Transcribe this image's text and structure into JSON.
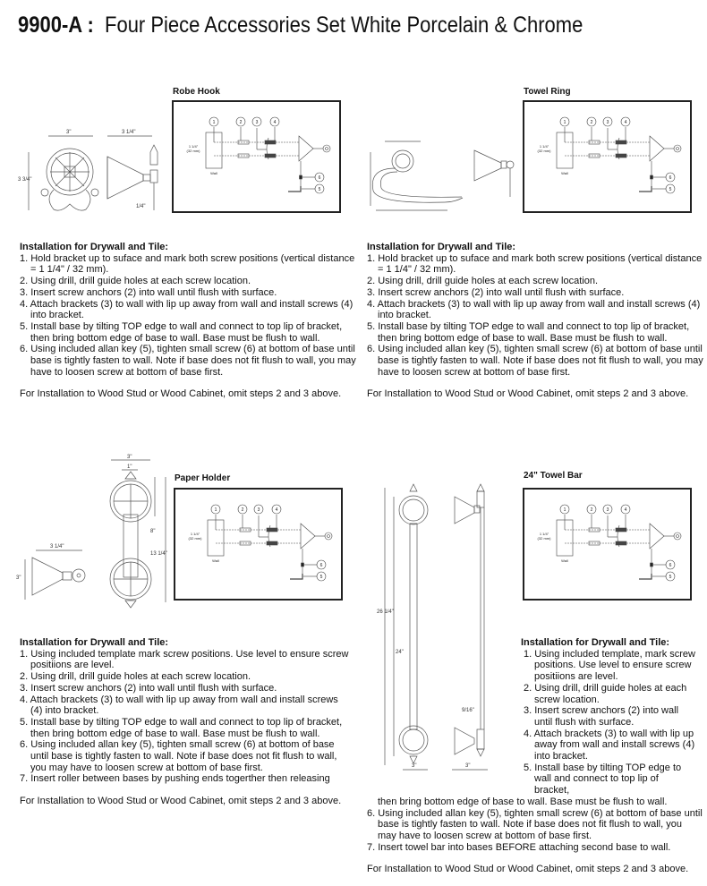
{
  "header": {
    "model": "9900-A :",
    "title": "Four Piece Accessories Set White Porcelain & Chrome"
  },
  "diagram_labels": {
    "n1": "1",
    "n2": "2",
    "n3": "3",
    "n4": "4",
    "n5": "5",
    "n6": "6",
    "spacing": "1 1/4\"",
    "spacing_mm": "(32 mm)",
    "wall": "Wall"
  },
  "robe_hook": {
    "title": "Robe Hook",
    "dims": [
      "3\"",
      "3 3/4\"",
      "3 1/4\"",
      "1/4\""
    ],
    "heading": "Installation for Drywall and Tile:",
    "steps": [
      "1. Hold bracket up to suface and mark both screw positions (vertical distance = 1 1/4\" / 32 mm).",
      "2. Using drill, drill guide holes at each screw location.",
      "3. Insert screw anchors (2) into wall until flush with surface.",
      "4. Attach brackets (3) to wall with lip up away  from wall and install screws (4) into bracket.",
      "5. Install base by tilting TOP edge to wall and connect to top lip of bracket, then bring bottom edge of base to wall. Base must be flush to wall.",
      "6. Using included allan key (5), tighten small screw (6) at bottom of base until base is tightly fasten to wall. Note if base  does not fit flush to wall, you may have to loosen screw at bottom of base first."
    ],
    "note": "For Installation to Wood Stud or Wood Cabinet, omit steps 2 and 3 above."
  },
  "towel_ring": {
    "title": "Towel Ring",
    "heading": "Installation for Drywall and Tile:",
    "steps": [
      "1. Hold bracket up to suface and mark both screw positions (vertical distance = 1 1/4\" / 32 mm).",
      "2. Using drill, drill guide holes at each screw location.",
      "3. Insert screw anchors (2) into wall until flush with surface.",
      "4. Attach brackets (3) to wall with lip up away  from wall and install screws (4) into bracket.",
      "5. Install base by tilting TOP edge to wall and connect to top lip of bracket, then bring bottom edge of base to wall. Base must be flush to wall.",
      "6. Using included allan key (5), tighten small screw (6) at bottom of base until base is tightly fasten to wall. Note if base  does not fit flush to wall, you may have to loosen screw at bottom of base first."
    ],
    "note": "For Installation to Wood Stud or Wood Cabinet, omit steps 2 and 3 above."
  },
  "paper_holder": {
    "title": "Paper Holder",
    "dims": [
      "3\"",
      "1\"",
      "8\"",
      "13 1/4\"",
      "3 1/4\"",
      "3\""
    ],
    "heading": "Installation for Drywall and Tile:",
    "steps": [
      "1. Using included template mark  screw positions. Use level to ensure screw positiions are level.",
      "2. Using drill, drill guide holes at each screw location.",
      "3. Insert screw anchors (2) into wall until flush with surface.",
      "4. Attach brackets (3) to wall with lip up away from wall and install screws (4) into bracket.",
      "5. Install base by tilting TOP edge to wall and connect to top lip of bracket, then bring bottom edge of base to wall. Base must be flush to wall.",
      "6. Using included allan key (5), tighten small screw (6) at bottom of base until base is tightly fasten to wall. Note if base  does not fit flush to wall, you may have to loosen screw at bottom of base first.",
      "7. Insert roller between bases by pushing ends togerther then releasing"
    ],
    "note": "For Installation to Wood Stud or Wood Cabinet, omit steps 2 and 3 above."
  },
  "towel_bar": {
    "title": "24\" Towel Bar",
    "dims": [
      "26 1/4\"",
      "24\"",
      "3\"",
      "3\"",
      "9/16\""
    ],
    "heading": "Installation for Drywall and Tile:",
    "steps_narrow": [
      "1. Using included template, mark screw positions. Use level to ensure screw positiions are level.",
      "2. Using drill, drill guide holes at each screw location.",
      "3. Insert screw anchors (2) into wall until flush with surface.",
      "4. Attach brackets (3) to wall with lip up away from wall and install screws (4) into bracket.",
      "5. Install base by tilting TOP edge to wall and connect to top lip of bracket,"
    ],
    "step5_cont": "then bring bottom edge of base to wall. Base must be flush to wall.",
    "steps_wide": [
      "6. Using included allan key (5), tighten small screw (6) at bottom of base until base is tightly fasten to wall. Note if base  does not fit flush to wall, you may have to loosen screw at bottom of base first.",
      "7. Insert towel bar into bases BEFORE attaching second base to wall."
    ],
    "note": "For Installation to Wood Stud or Wood Cabinet, omit steps 2 and 3 above."
  }
}
